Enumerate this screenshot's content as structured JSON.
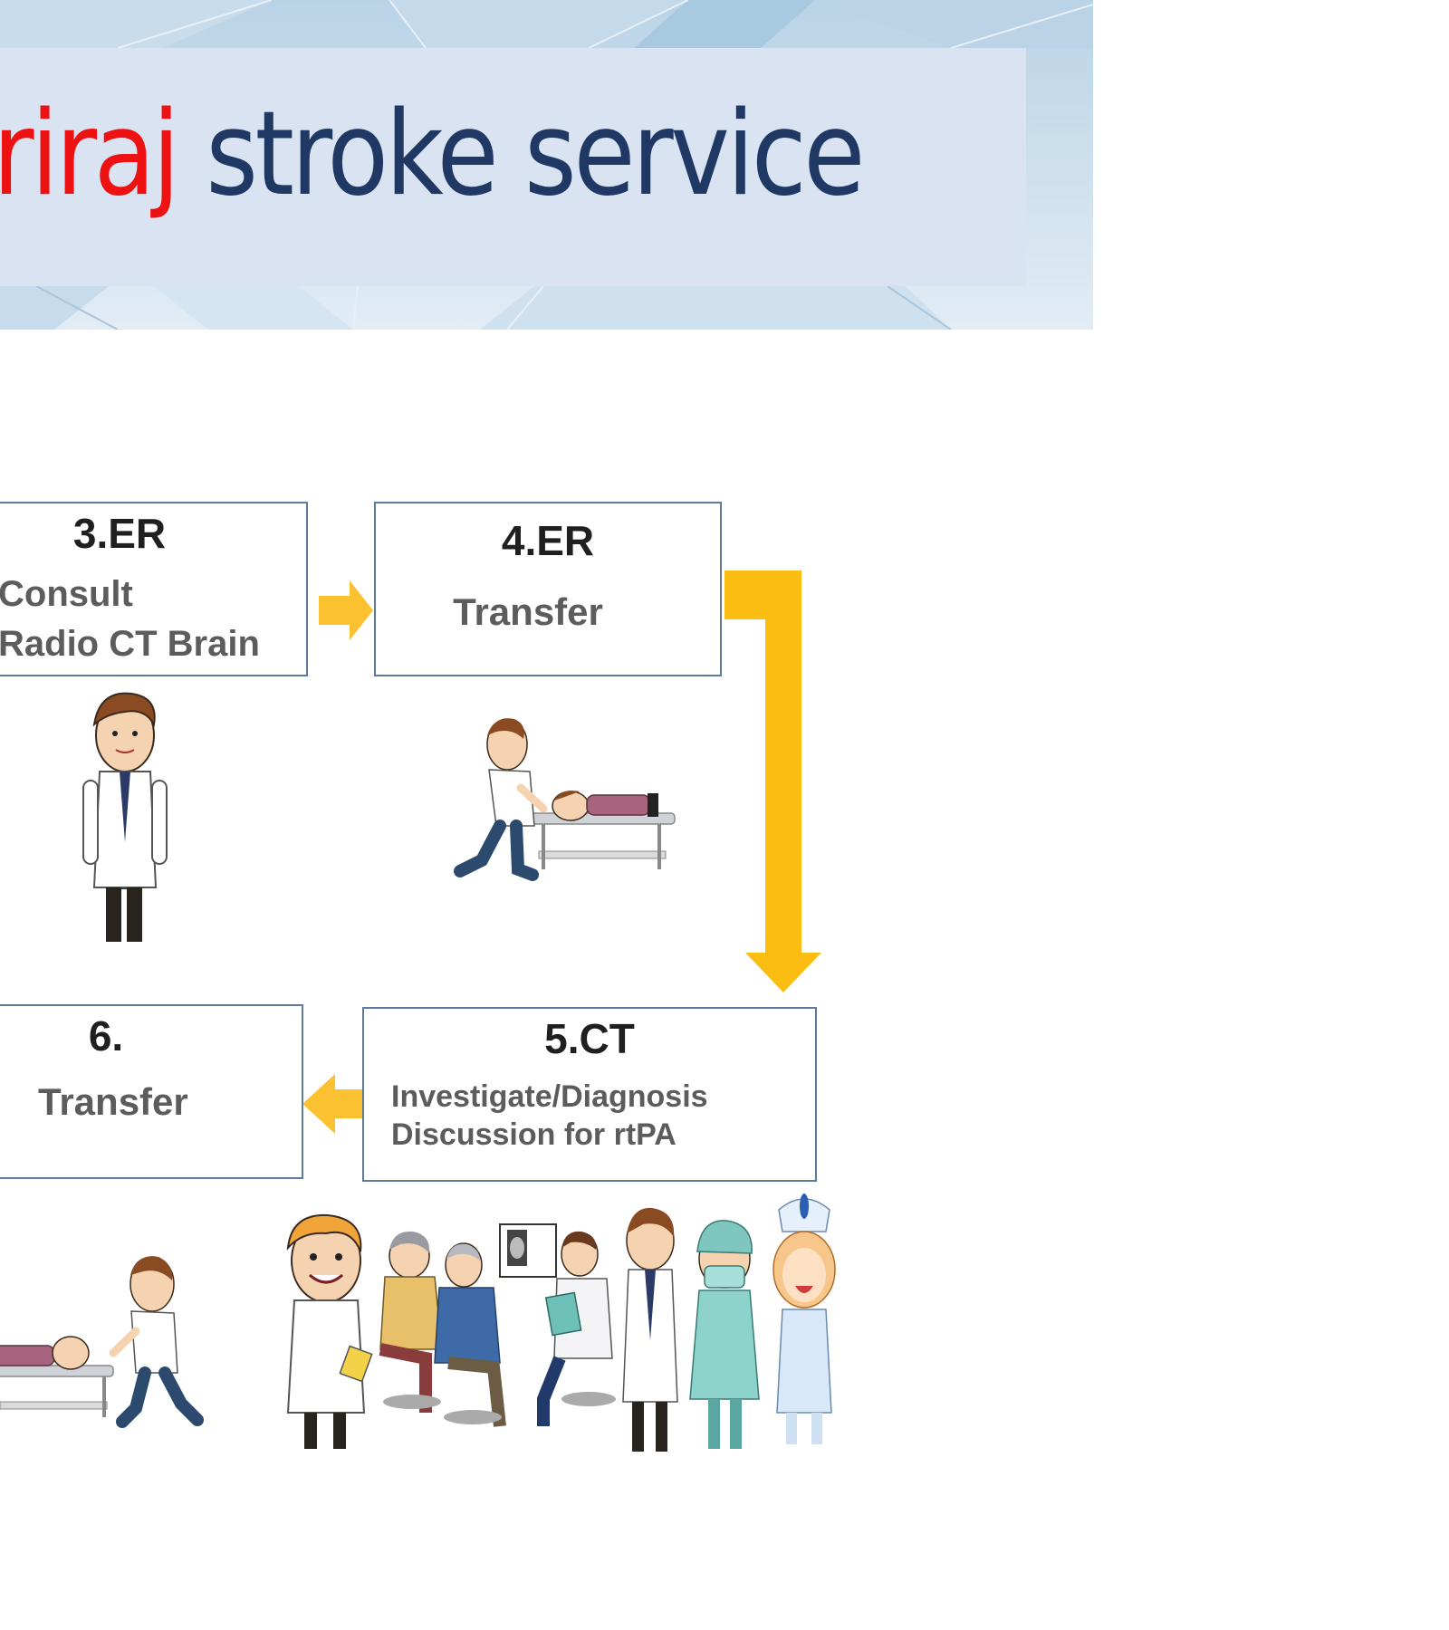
{
  "header": {
    "title_highlight": "riraj",
    "title_rest": " stroke service"
  },
  "steps": [
    {
      "number": "3.ER",
      "lines": [
        "Consult",
        "Radio CT Brain"
      ]
    },
    {
      "number": "4.ER",
      "lines": [
        "Transfer"
      ]
    },
    {
      "number": "5.CT",
      "lines": [
        "Investigate/Diagnosis",
        "Discussion for rtPA"
      ]
    },
    {
      "number": "6.",
      "lines": [
        "Transfer"
      ]
    }
  ],
  "illustrations": {
    "step3": "doctor-standing-icon",
    "step4": "stretcher-transfer-icon",
    "step5": "medical-team-consultation-icon",
    "step6": "stretcher-transfer-icon"
  },
  "colors": {
    "title_navy": "#1f3864",
    "title_red": "#ee1111",
    "arrow_yellow": "#fbbd12",
    "arrow_small": "#fcc131",
    "box_border": "#5d7a9d"
  }
}
